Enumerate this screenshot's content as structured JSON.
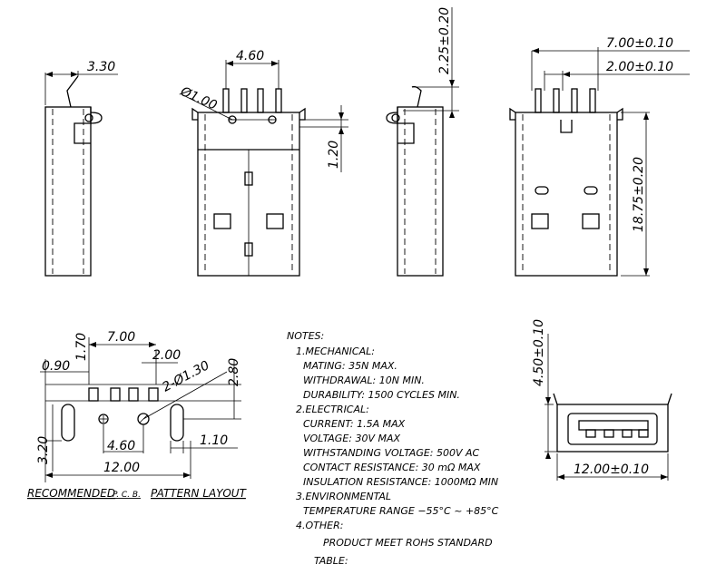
{
  "dimensions": {
    "left_width": "3.30",
    "pin_pitch_front": "4.60",
    "hole_dia": "Ø1.00",
    "top_height": "2.25±0.20",
    "hole_offset": "1.20",
    "total_width": "7.00±0.10",
    "pin_pitch_right": "2.00±0.10",
    "body_length": "18.75±0.20",
    "pcb_7": "7.00",
    "pcb_170": "1.70",
    "pcb_090": "0.90",
    "pcb_200": "2.00",
    "pcb_hole": "2-Ø1.30",
    "pcb_280": "2.80",
    "pcb_320": "3.20",
    "pcb_460": "4.60",
    "pcb_110": "1.10",
    "pcb_1200": "12.00",
    "end_height": "4.50±0.10",
    "end_width": "12.00±0.10"
  },
  "pcb_caption": [
    "RECOMMENDED",
    "P. C. B.",
    "PATTERN  LAYOUT"
  ],
  "notes": {
    "title": "NOTES:",
    "mechanical": {
      "heading": "1.MECHANICAL:",
      "lines": [
        "MATING:  35N  MAX.",
        "WITHDRAWAL:  10N  MIN.",
        "DURABILITY:  1500  CYCLES  MIN."
      ]
    },
    "electrical": {
      "heading": "2.ELECTRICAL:",
      "lines": [
        "CURRENT:  1.5A  MAX",
        "VOLTAGE:    30V  MAX",
        "WITHSTANDING  VOLTAGE:  500V  AC",
        "CONTACT  RESISTANCE:  30  mΩ  MAX",
        "INSULATION  RESISTANCE:  1000MΩ  MIN"
      ]
    },
    "environmental": {
      "heading": "3.ENVIRONMENTAL",
      "lines": [
        "TEMPERATURE  RANGE  −55°C  ~  +85°C"
      ]
    },
    "other": {
      "heading": "4.OTHER:",
      "lines": [
        "PRODUCT  MEET  ROHS  STANDARD",
        "TABLE:"
      ]
    }
  }
}
